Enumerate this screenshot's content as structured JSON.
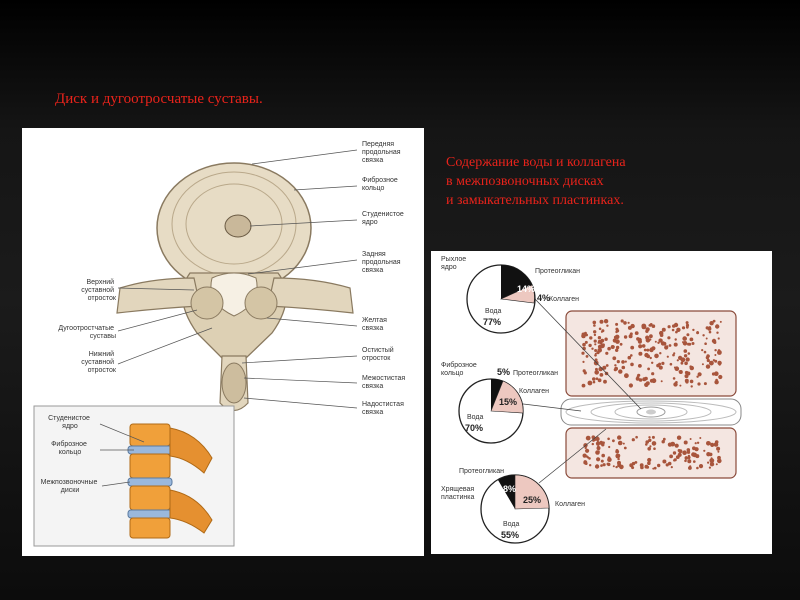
{
  "slide": {
    "title": "Диск и дугоотросчатые суставы.",
    "caption_lines": [
      "Содержание воды и коллагена",
      "в межпозвоночных дисках",
      "и замыкательных пластинках."
    ]
  },
  "vertebra_labels": {
    "right": [
      [
        "Передняя",
        "продольная",
        "связка"
      ],
      [
        "Фиброзное",
        "кольцо"
      ],
      [
        "Студенистое",
        "ядро"
      ],
      [
        "Задняя",
        "продольная",
        "связка"
      ],
      [
        "Желтая",
        "связка"
      ],
      [
        "Остистый",
        "отросток"
      ],
      [
        "Межостистая",
        "связка"
      ],
      [
        "Надостистая",
        "связка"
      ]
    ],
    "left": [
      [
        "Верхний",
        "суставной",
        "отросток"
      ],
      [
        "Дугоотростчатые",
        "суставы"
      ],
      [
        "Нижний",
        "суставной",
        "отросток"
      ]
    ]
  },
  "inset_labels": [
    [
      "Студенистое",
      "ядро"
    ],
    [
      "Фиброзное",
      "кольцо"
    ],
    [
      "Межпозвоночные",
      "диски"
    ]
  ],
  "composition": {
    "nucleus": {
      "label": [
        "Рыхлое",
        "ядро"
      ],
      "proteoglycan_label": "Протеогликан",
      "proteoglycan": "14%",
      "collagen_label": "Коллаген",
      "collagen": "4%",
      "water_label": "Вода",
      "water": "77%"
    },
    "annulus": {
      "label": [
        "Фиброзное",
        "кольцо"
      ],
      "proteoglycan_label": "Протеогликан",
      "proteoglycan": "5%",
      "collagen_label": "Коллаген",
      "collagen": "15%",
      "water_label": "Вода",
      "water": "70%"
    },
    "endplate": {
      "label": [
        "Хрящевая",
        "пластинка"
      ],
      "proteoglycan_label": "Протеогликан",
      "proteoglycan": "8%",
      "collagen_label": "Коллаген",
      "collagen": "25%",
      "water_label": "Вода",
      "water": "55%"
    }
  },
  "colors": {
    "title": "#e8231b",
    "bone": "#e7dcc5",
    "bone_shade": "#b9a88a",
    "inset_orange": "#f0a03a",
    "disc_blue": "#9ab8dc",
    "cancellous": "#a8553c",
    "pie_dark": "#111111",
    "pie_pink": "#edc8c0"
  }
}
